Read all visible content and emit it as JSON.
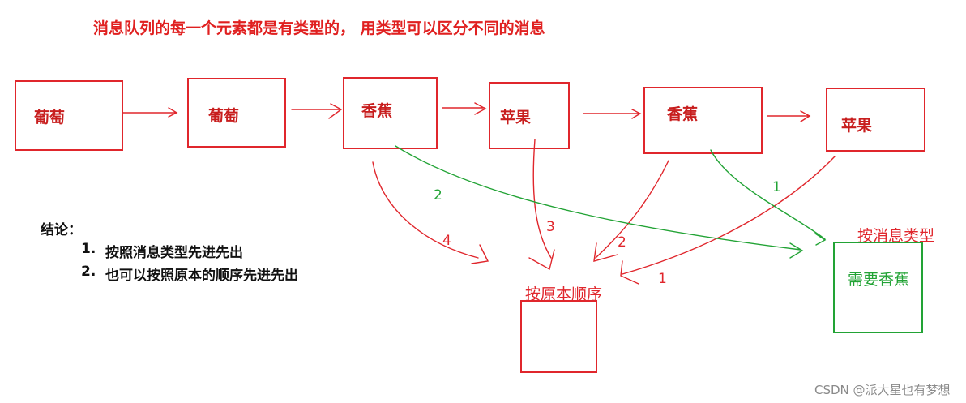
{
  "title": "消息队列的每一个元素都是有类型的， 用类型可以区分不同的消息",
  "queue": [
    {
      "label": "葡萄"
    },
    {
      "label": "葡萄"
    },
    {
      "label": "香蕉"
    },
    {
      "label": "苹果"
    },
    {
      "label": "香蕉"
    },
    {
      "label": "苹果"
    }
  ],
  "conclusion": {
    "heading": "结论：",
    "items": [
      {
        "num": "1.",
        "text": "按照消息类型先进先出"
      },
      {
        "num": "2.",
        "text": "也可以按照原本的顺序先进先出"
      }
    ]
  },
  "targets": {
    "by_order_label": "按原本顺序",
    "by_type_label": "按消息类型",
    "by_type_box_text": "需要香蕉"
  },
  "order_numbers": {
    "red": [
      "4",
      "3",
      "2",
      "1"
    ],
    "green": [
      "2",
      "1"
    ]
  },
  "watermark": "CSDN @派大星也有梦想",
  "colors": {
    "red": "#e0262c",
    "green": "#22a335"
  }
}
